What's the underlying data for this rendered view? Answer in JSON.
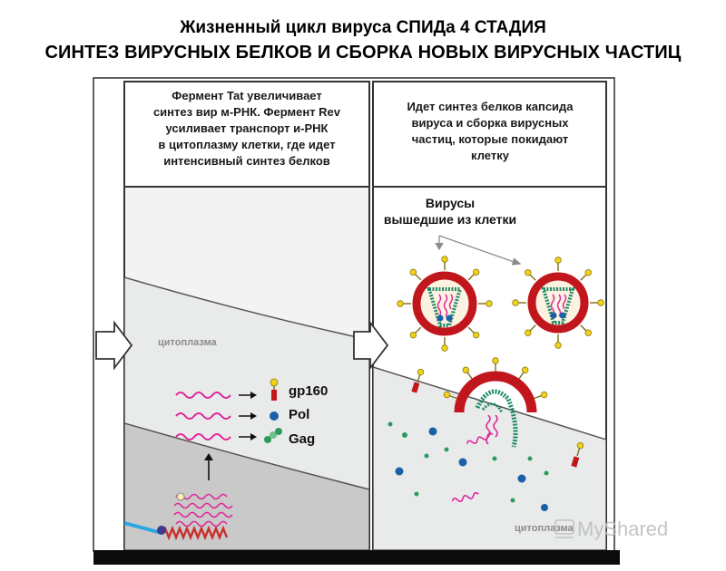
{
  "header": {
    "title_line1": "Жизненный цикл вируса СПИДа 4 СТАДИЯ",
    "title_line2": "СИНТЕЗ ВИРУСНЫХ БЕЛКОВ И СБОРКА НОВЫХ ВИРУСНЫХ ЧАСТИЦ"
  },
  "left_panel": {
    "caption_lines": [
      "Фермент Tat увеличивает",
      "синтез вир м-РНК. Фермент Rev",
      "усиливает транспорт и-РНК",
      "в цитоплазму клетки, где идет",
      "интенсивный синтез белков"
    ],
    "cytoplasm_label": "цитоплазма",
    "products": [
      "gp160",
      "Pol",
      "Gag"
    ]
  },
  "right_panel": {
    "caption_lines": [
      "Идет синтез белков капсида",
      "вируса и сборка вирусных",
      "частиц, которые покидают",
      "клетку"
    ],
    "viruses_label_line1": "Вирусы",
    "viruses_label_line2": "вышедшие из клетки",
    "cytoplasm_label": "цитоплазма"
  },
  "watermark": {
    "text": "MyShared"
  },
  "colors": {
    "rna": "#e0269a",
    "envelope": "#c2161d",
    "spike_head": "#f1d21a",
    "pol": "#1b5fa8",
    "gag": "#2f9a5e",
    "capsid_dot": "#1f8c64",
    "panel_border": "#333333"
  }
}
